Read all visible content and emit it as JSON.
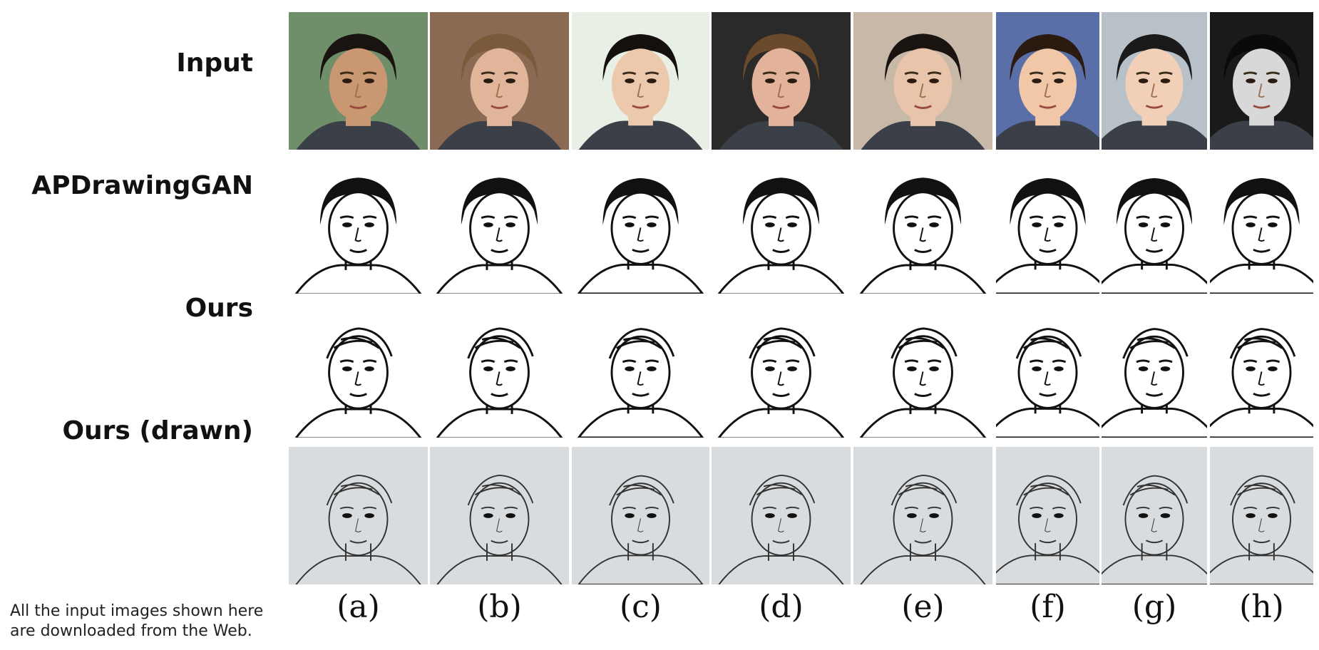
{
  "rows": {
    "input": "Input",
    "apdrawinggan": "APDrawingGAN",
    "ours": "Ours",
    "ours_drawn": "Ours (drawn)"
  },
  "columns": [
    "(a)",
    "(b)",
    "(c)",
    "(d)",
    "(e)",
    "(f)",
    "(g)",
    "(h)"
  ],
  "note": {
    "line1": "All the input images shown here",
    "line2": "are downloaded from the Web."
  },
  "colors": {
    "photo_bg": [
      "#6f8f6a",
      "#8a6a52",
      "#e8f0e6",
      "#2a2a2a",
      "#c8b8a8",
      "#5a6ea8",
      "#b8c0c8",
      "#1a1a1a"
    ],
    "skin": [
      "#c99772",
      "#e0b59a",
      "#ecc9ad",
      "#e2b39a",
      "#e8c4aa",
      "#f0c8a8",
      "#f2d0b8",
      "#d8d8d8"
    ],
    "hair": [
      "#1a1410",
      "#7a5a3a",
      "#14100e",
      "#6a4a2a",
      "#1a1410",
      "#2a1a10",
      "#1a1a1a",
      "#0a0a0a"
    ],
    "drawn_paper": "#d9dcde",
    "ink": "#111111"
  }
}
